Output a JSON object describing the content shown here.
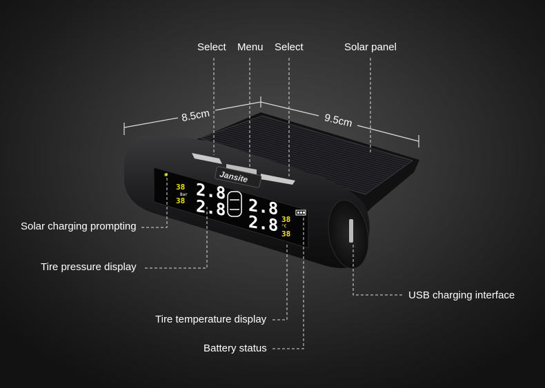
{
  "labels": {
    "select_left": "Select",
    "menu": "Menu",
    "select_right": "Select",
    "solar_panel": "Solar panel",
    "solar_charging": "Solar charging prompting",
    "tire_pressure": "Tire pressure display",
    "usb": "USB charging interface",
    "tire_temperature": "Tire temperature display",
    "battery": "Battery status"
  },
  "dimensions": {
    "width": "8.5cm",
    "depth": "9.5cm"
  },
  "device": {
    "brand": "Jansite",
    "lcd": {
      "temp_top_left": "38",
      "temp_bottom_left": "38",
      "pressure_unit": "Bar",
      "pressure_fl": "2.8",
      "pressure_rl": "2.8",
      "pressure_fr": "2.8",
      "pressure_rr": "2.8",
      "temp_top_right": "38",
      "temp_bottom_right": "38",
      "temp_unit": "°C"
    }
  },
  "colors": {
    "lcd_yellow": "#f2e600",
    "lcd_white": "#ffffff",
    "line": "#dddddd"
  }
}
